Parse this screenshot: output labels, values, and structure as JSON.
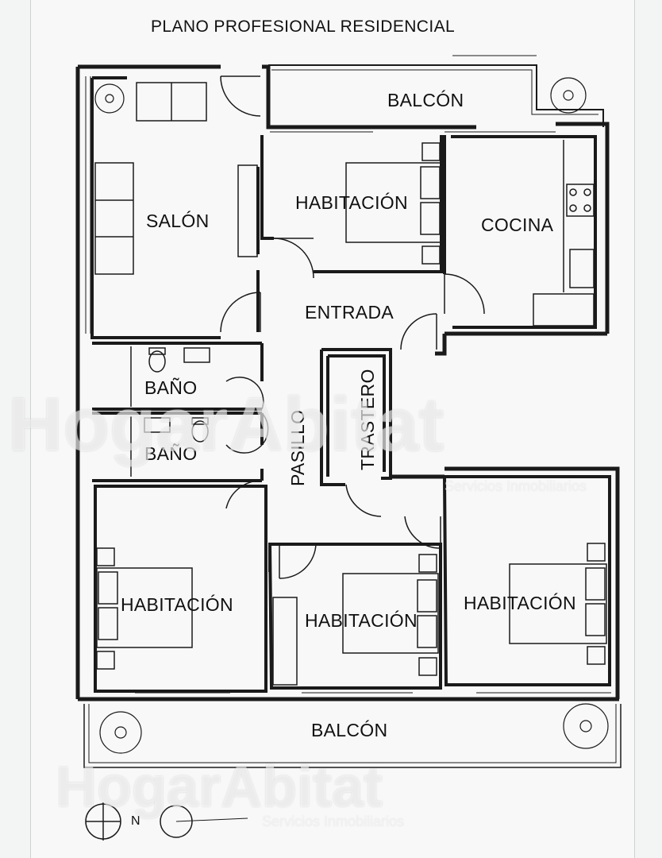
{
  "title": "PLANO PROFESIONAL RESIDENCIAL",
  "rooms": {
    "balcon_top": "BALCÓN",
    "salon": "SALÓN",
    "habitacion_top": "HABITACIÓN",
    "cocina": "COCINA",
    "entrada": "ENTRADA",
    "bano_1": "BAÑO",
    "bano_2": "BAÑO",
    "pasillo": "PASILLO",
    "trastero": "TRASTERO",
    "habitacion_left": "HABITACIÓN",
    "habitacion_mid": "HABITACIÓN",
    "habitacion_right": "HABITACIÓN",
    "balcon_bottom": "BALCÓN"
  },
  "compass": {
    "north": "N"
  },
  "watermark": {
    "brand": "HogarAbitat",
    "tagline": "Servicios Inmobiliarios"
  },
  "colors": {
    "line": "#1a1a1a",
    "paper": "#f8f8f8"
  }
}
